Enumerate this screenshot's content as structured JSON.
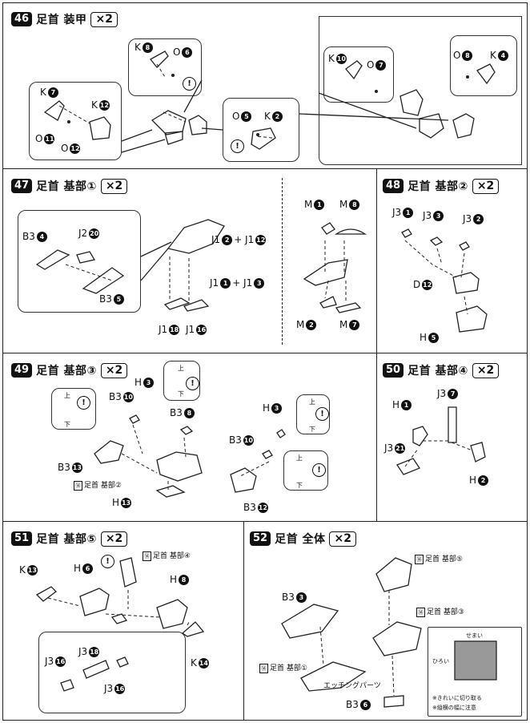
{
  "steps": [
    {
      "num": "46",
      "title": "足首 装甲",
      "qty": "×2"
    },
    {
      "num": "47",
      "title": "足首 基部①",
      "qty": "×2"
    },
    {
      "num": "48",
      "title": "足首 基部②",
      "qty": "×2"
    },
    {
      "num": "49",
      "title": "足首 基部③",
      "qty": "×2"
    },
    {
      "num": "50",
      "title": "足首 基部④",
      "qty": "×2"
    },
    {
      "num": "51",
      "title": "足首 基部⑤",
      "qty": "×2"
    },
    {
      "num": "52",
      "title": "足首 全体",
      "qty": "×2"
    }
  ],
  "labels": {
    "s46": [
      [
        "K",
        "8"
      ],
      [
        "O",
        "6"
      ],
      [
        "K",
        "7"
      ],
      [
        "K",
        "12"
      ],
      [
        "O",
        "11"
      ],
      [
        "O",
        "12"
      ],
      [
        "O",
        "5"
      ],
      [
        "K",
        "2"
      ],
      [
        "K",
        "10"
      ],
      [
        "O",
        "7"
      ],
      [
        "O",
        "8"
      ],
      [
        "K",
        "4"
      ]
    ],
    "s47": [
      [
        "B3",
        "4"
      ],
      [
        "J2",
        "20"
      ],
      [
        "B3",
        "5"
      ],
      [
        "J1",
        "18"
      ],
      [
        "J1",
        "16"
      ],
      [
        "M",
        "1"
      ],
      [
        "M",
        "8"
      ],
      [
        "M",
        "2"
      ],
      [
        "M",
        "7"
      ]
    ],
    "s47_plus": [
      [
        "J1",
        "2",
        "+ J1",
        "12"
      ],
      [
        "J1",
        "1",
        "+ J1",
        "3"
      ]
    ],
    "s48": [
      [
        "J3",
        "1"
      ],
      [
        "J3",
        "3"
      ],
      [
        "J3",
        "2"
      ],
      [
        "D",
        "12"
      ],
      [
        "H",
        "5"
      ]
    ],
    "s49": [
      [
        "H",
        "3"
      ],
      [
        "B3",
        "10"
      ],
      [
        "B3",
        "8"
      ],
      [
        "B3",
        "13"
      ],
      [
        "H",
        "13"
      ],
      [
        "H",
        "3"
      ],
      [
        "B3",
        "10"
      ],
      [
        "B3",
        "12"
      ]
    ],
    "s50": [
      [
        "H",
        "1"
      ],
      [
        "J3",
        "7"
      ],
      [
        "J3",
        "21"
      ],
      [
        "H",
        "2"
      ]
    ],
    "s51": [
      [
        "K",
        "13"
      ],
      [
        "H",
        "6"
      ],
      [
        "H",
        "8"
      ],
      [
        "K",
        "14"
      ],
      [
        "J3",
        "18"
      ],
      [
        "J3",
        "16"
      ],
      [
        "J3",
        "16"
      ]
    ],
    "s52": [
      [
        "B3",
        "3"
      ],
      [
        "B3",
        "6"
      ]
    ]
  },
  "refs": {
    "s49_ref": "足首 基部②",
    "s51_ref": "足首 基部④",
    "s52_ref5": "足首 基部⑤",
    "s52_ref3": "足首 基部③",
    "s52_ref1": "足首 基部①",
    "s52_etching": "エッチングパーツ"
  },
  "arrows": {
    "up": "上",
    "down": "下"
  },
  "etching_notes": {
    "narrow": "せまい",
    "wide": "ひろい",
    "note1": "※きれいに切り取る",
    "note2": "※縦横の幅に注意"
  },
  "marks": {
    "excl": "!"
  }
}
